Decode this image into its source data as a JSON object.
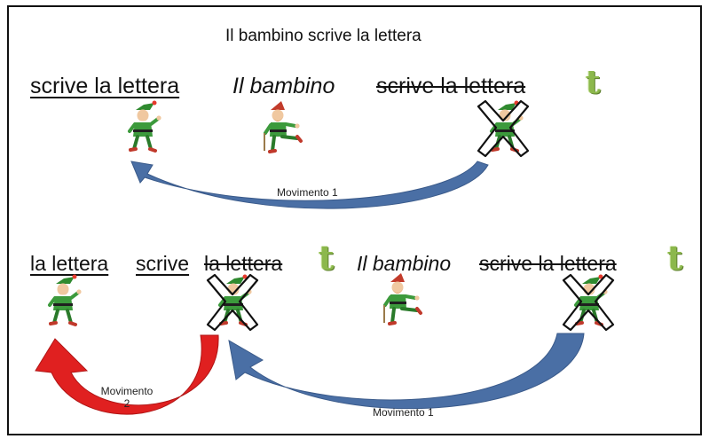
{
  "title": "Il bambino scrive la lettera",
  "row1": {
    "moved": "scrive la lettera",
    "subject": "Il bambino",
    "trace_text": "scrive la lettera",
    "trace_symbol": "t"
  },
  "row2": {
    "moved_object": "la lettera",
    "verb": "scrive",
    "object_trace": "la lettera",
    "trace_symbol_1": "t",
    "subject": "Il bambino",
    "vp_trace": "scrive la lettera",
    "trace_symbol_2": "t"
  },
  "arrows": {
    "movement1_top": "Movimento 1",
    "movement2_line1": "Movimento",
    "movement2_line2": "2",
    "movement1_bottom": "Movimento 1"
  },
  "colors": {
    "movement1": "#4a6fa5",
    "movement2": "#e02020",
    "trace": "#8cb84c",
    "elf_green": "#3c9a3c",
    "elf_skin": "#f0c8a0"
  },
  "icons": [
    "elf-figure-icon",
    "crossed-out-icon",
    "trace-t-icon"
  ]
}
